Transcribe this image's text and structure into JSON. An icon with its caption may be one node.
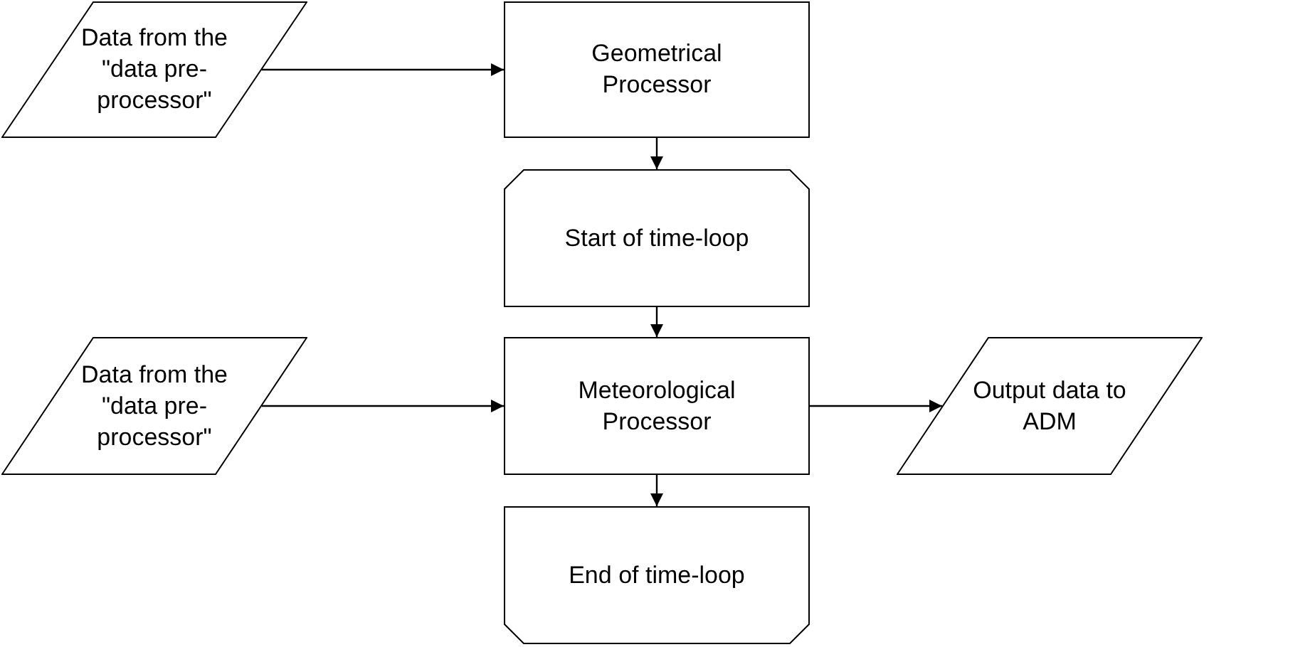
{
  "diagram": {
    "nodes": [
      {
        "text": [
          "Data from the \"data pre- processor\""
        ]
      },
      {
        "text": [
          "Geometrical Processor"
        ]
      },
      {
        "text": [
          "Start of time-loop"
        ]
      },
      {
        "text": [
          "Data from the \"data pre- processor\""
        ]
      },
      {
        "text": [
          "Meteorological Processor"
        ]
      },
      {
        "text": [
          "Output data to ADM"
        ]
      },
      {
        "text": [
          "End of time-loop"
        ]
      }
    ],
    "edges": [
      {
        "from": 0,
        "to": 1,
        "arrow": "to"
      },
      {
        "from": 1,
        "to": 2,
        "arrow": "to"
      },
      {
        "from": 2,
        "to": 4,
        "arrow": "to"
      },
      {
        "from": 3,
        "to": 4,
        "arrow": "to"
      },
      {
        "from": 4,
        "to": 5,
        "arrow": "to"
      },
      {
        "from": 4,
        "to": 6,
        "arrow": "to"
      }
    ]
  }
}
